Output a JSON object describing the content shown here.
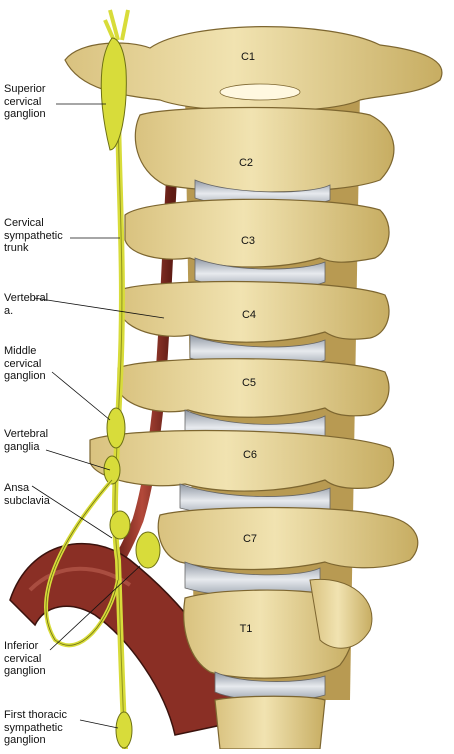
{
  "labels": {
    "superior_cervical_ganglion": "Superior\ncervical\nganglion",
    "cervical_sympathetic_trunk": "Cervical\nsympathetic\ntrunk",
    "vertebral_artery": "Vertebral\na.",
    "middle_cervical_ganglion": "Middle\ncervical\nganglion",
    "vertebral_ganglia": "Vertebral\nganglia",
    "ansa_subclavia": "Ansa\nsubclavia",
    "inferior_cervical_ganglion": "Inferior\ncervical\nganglion",
    "first_thoracic_sympathetic_ganglion": "First thoracic\nsympathetic\nganglion"
  },
  "vertebrae": [
    "C1",
    "C2",
    "C3",
    "C4",
    "C5",
    "C6",
    "C7",
    "T1"
  ],
  "colors": {
    "bone": "#e9d8a0",
    "bone_shadow": "#c9b26a",
    "disc": "#c9ced6",
    "artery": "#8c2e22",
    "nerve": "#d8dc3a",
    "subclavian": "#7e2a22"
  }
}
